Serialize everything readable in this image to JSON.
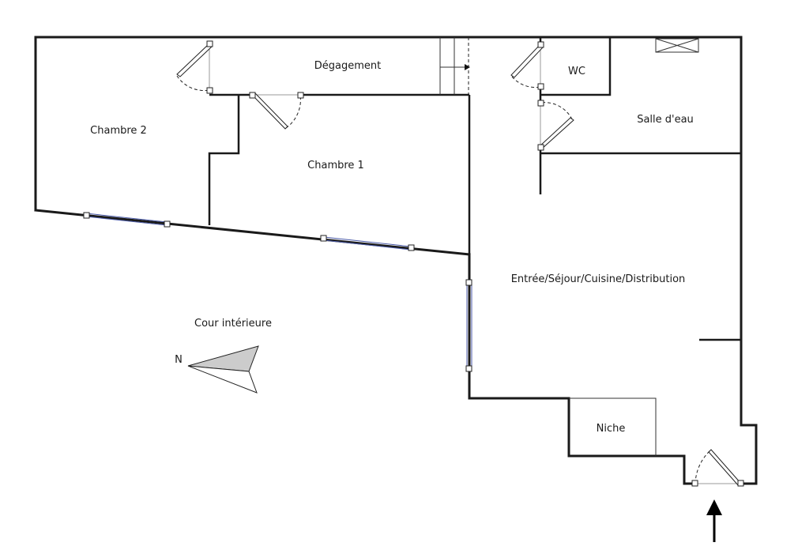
{
  "rooms": {
    "chambre2": "Chambre 2",
    "degagement": "Dégagement",
    "chambre1": "Chambre 1",
    "wc": "WC",
    "salle_deau": "Salle d'eau",
    "sejour": "Entrée/Séjour/Cuisine/Distribution",
    "cour": "Cour intérieure",
    "niche": "Niche"
  },
  "compass": {
    "north_label": "N"
  },
  "colors": {
    "wall": "#1a1a1a",
    "window": "#4a5aa8",
    "compass_fill": "#cccccc"
  }
}
